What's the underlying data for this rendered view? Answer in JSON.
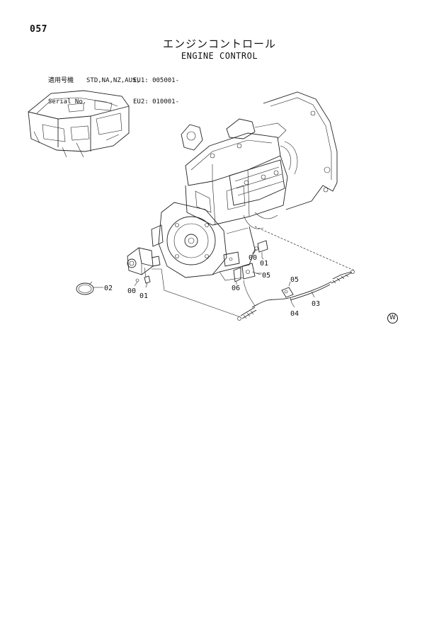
{
  "page": {
    "number": "057",
    "title_jp": "エンジンコントロール",
    "title_en": "ENGINE CONTROL"
  },
  "applicability": {
    "label_jp": "適用号機",
    "models": "STD,NA,NZ,AUS,",
    "eu1": "EU1: 005001-",
    "serial_label": "Serial No.",
    "eu2": "EU2: 010001-"
  },
  "callouts": {
    "c00_upper": "00",
    "c01_upper": "01",
    "c05_left": "05",
    "c06": "06",
    "c05_right": "05",
    "c03": "03",
    "c04": "04",
    "c02": "02",
    "c00_lower": "00",
    "c01_lower": "01"
  },
  "marks": {
    "corner_symbol": "W"
  }
}
